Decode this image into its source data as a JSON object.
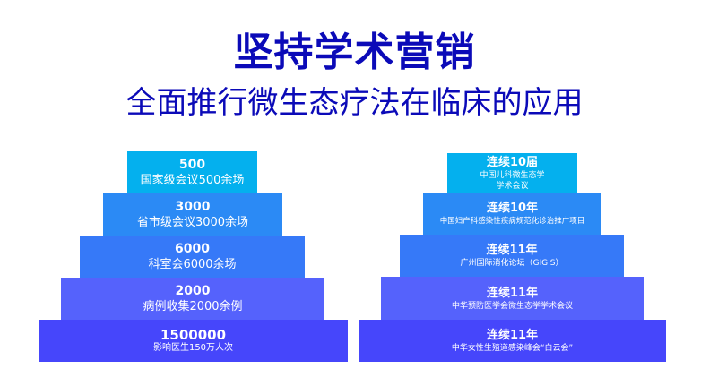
{
  "header": {
    "title": "坚持学术营销",
    "subtitle": "全面推行微生态疗法在临床的应用"
  },
  "colors": {
    "title": "#0b0ab8",
    "tier1": "#04b0ee",
    "tier2": "#2b8af5",
    "tier3": "#3679f8",
    "tier4": "#5562fc",
    "tier5": "#4646fb"
  },
  "left_pyramid": {
    "tiers": [
      {
        "value": "500",
        "label": "国家级会议500余场"
      },
      {
        "value": "3000",
        "label": "省市级会议3000余场"
      },
      {
        "value": "6000",
        "label": "科室会6000余场"
      },
      {
        "value": "2000",
        "label": "病例收集2000余例"
      },
      {
        "value": "1500000",
        "label": "影响医生150万人次"
      }
    ]
  },
  "right_pyramid": {
    "tiers": [
      {
        "value": "连续10届",
        "label": "中国儿科微生态学",
        "label2": "学术会议"
      },
      {
        "value": "连续10年",
        "label": "中国妇产科感染性疾病规范化诊治推广项目"
      },
      {
        "value": "连续11年",
        "label": "广州国际消化论坛（GIGIS）"
      },
      {
        "value": "连续11年",
        "label": "中华预防医学会微生态学学术会议"
      },
      {
        "value": "连续11年",
        "label": "中华女性生殖道感染峰会“白云会”"
      }
    ]
  }
}
